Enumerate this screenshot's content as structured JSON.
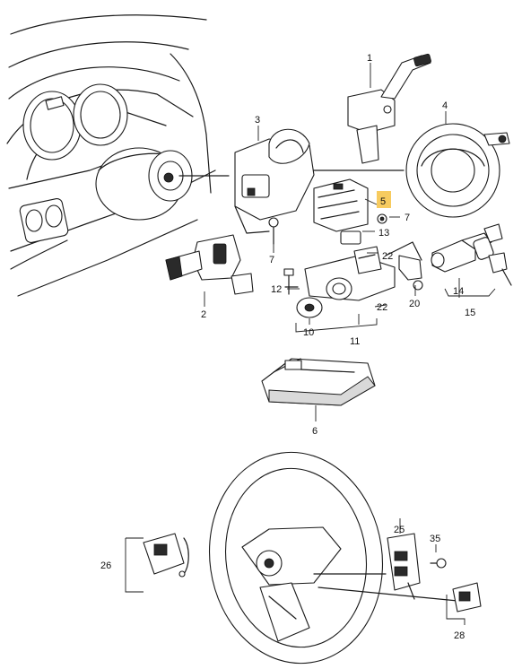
{
  "diagram": {
    "highlight_color": "#f6c243",
    "callouts": [
      {
        "id": "c1",
        "text": "1"
      },
      {
        "id": "c2",
        "text": "2"
      },
      {
        "id": "c3",
        "text": "3"
      },
      {
        "id": "c4",
        "text": "4"
      },
      {
        "id": "c5",
        "text": "5"
      },
      {
        "id": "c6",
        "text": "6"
      },
      {
        "id": "c7a",
        "text": "7"
      },
      {
        "id": "c7b",
        "text": "7"
      },
      {
        "id": "c10",
        "text": "10"
      },
      {
        "id": "c11",
        "text": "11"
      },
      {
        "id": "c12",
        "text": "12"
      },
      {
        "id": "c13",
        "text": "13"
      },
      {
        "id": "c14",
        "text": "14"
      },
      {
        "id": "c15",
        "text": "15"
      },
      {
        "id": "c20",
        "text": "20"
      },
      {
        "id": "c22a",
        "text": "22"
      },
      {
        "id": "c22b",
        "text": "22"
      },
      {
        "id": "c25",
        "text": "25"
      },
      {
        "id": "c26",
        "text": "26"
      },
      {
        "id": "c28",
        "text": "28"
      },
      {
        "id": "c35",
        "text": "35"
      }
    ]
  }
}
